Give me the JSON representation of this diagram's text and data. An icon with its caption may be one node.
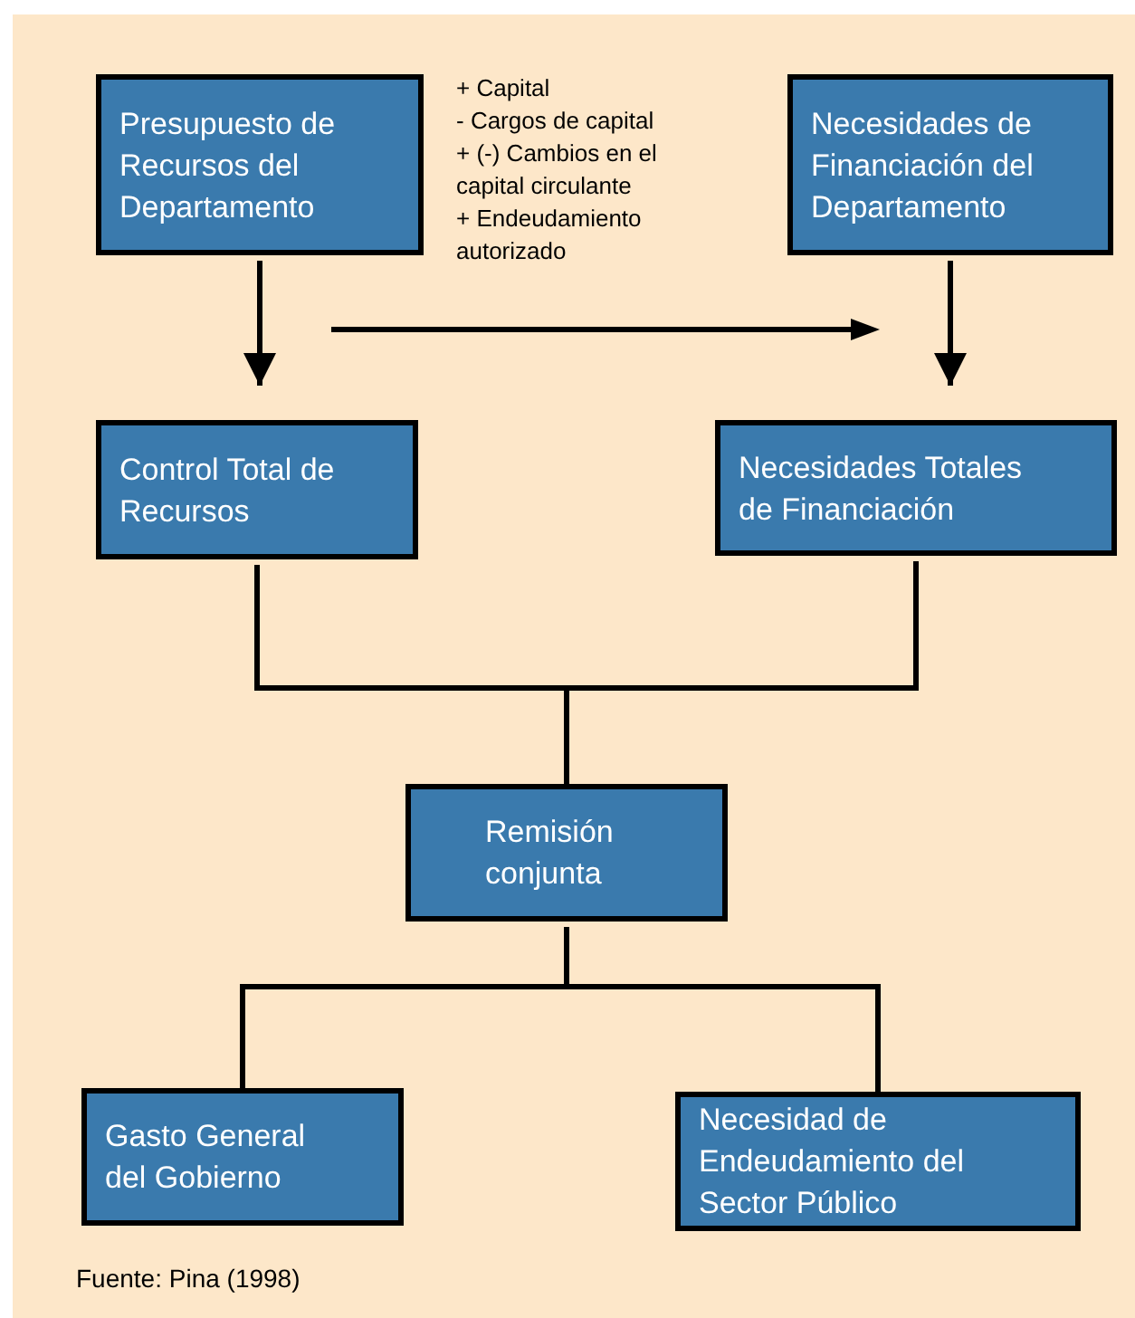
{
  "diagram": {
    "caption": "Fuente: Pina (1998)",
    "nodes": [
      {
        "text": [
          "Presupuesto de Recursos del Departamento"
        ]
      },
      {
        "text": [
          "Necesidades de Financiación del Departamento"
        ]
      },
      {
        "text": [
          "Control Total de Recursos"
        ]
      },
      {
        "text": [
          "Necesidades Totales de Financiación"
        ]
      },
      {
        "text": [
          "Remisión conjunta"
        ]
      },
      {
        "text": [
          "Gasto General del Gobierno"
        ]
      },
      {
        "text": [
          "Necesidad de Endeudamiento del Sector Público"
        ]
      }
    ],
    "edges": [
      {
        "from": 0,
        "to": 2,
        "arrow": "to"
      },
      {
        "from": 1,
        "to": 3,
        "arrow": "to"
      },
      {
        "from": 2,
        "to": 4,
        "arrow": "none"
      },
      {
        "from": 3,
        "to": 4,
        "arrow": "none"
      },
      {
        "from": 4,
        "to": 5,
        "arrow": "none"
      },
      {
        "from": 4,
        "to": 6,
        "arrow": "none"
      }
    ],
    "labels": [
      "+ Capital",
      "- Cargos de capital",
      "+ (-) Cambios en el capital circulante",
      "+ Endeudamiento autorizado"
    ]
  }
}
